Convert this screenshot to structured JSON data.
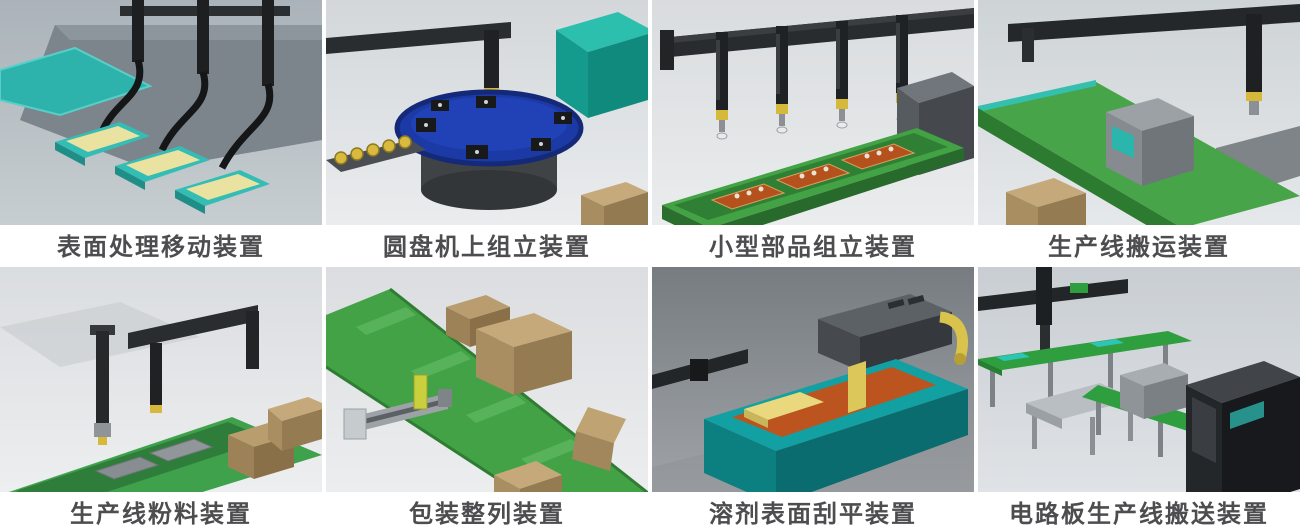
{
  "gallery": {
    "tiles": [
      {
        "id": "surface-treatment-mover",
        "caption": "表面处理移动装置"
      },
      {
        "id": "rotary-table-assembly",
        "caption": "圆盘机上组立装置"
      },
      {
        "id": "small-parts-assembly",
        "caption": "小型部品组立装置"
      },
      {
        "id": "production-line-transfer",
        "caption": "生产线搬运装置"
      },
      {
        "id": "production-line-powder",
        "caption": "生产线粉料装置"
      },
      {
        "id": "packaging-alignment",
        "caption": "包装整列装置"
      },
      {
        "id": "solvent-surface-leveling",
        "caption": "溶剂表面刮平装置"
      },
      {
        "id": "pcb-line-transport",
        "caption": "电路板生产线搬送装置"
      }
    ],
    "caption_text_color": "#4d4d50",
    "caption_bg_color": "#ffffff",
    "palette": {
      "conveyor_green": "#42a244",
      "machine_dark": "#26292b",
      "teal_accent": "#2bb6ad",
      "disc_blue": "#1c3aa6",
      "tray_orange": "#b5511d",
      "box_tan": "#c5a97b",
      "tank_teal": "#13a0a2",
      "tank_orange": "#bb541f",
      "actuator_yellow": "#d6b83b"
    }
  }
}
